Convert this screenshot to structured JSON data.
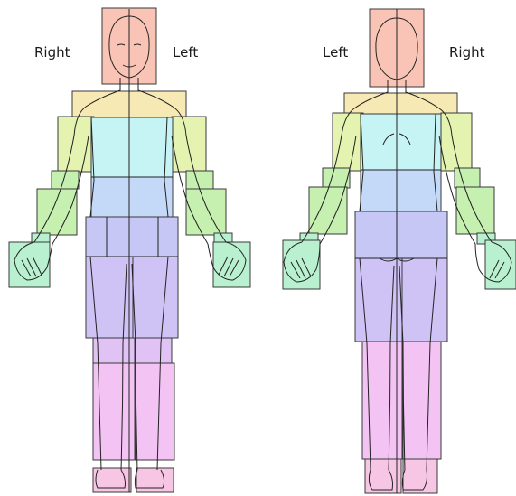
{
  "figures": {
    "front": {
      "label_left": "Right",
      "label_right": "Left"
    },
    "back": {
      "label_left": "Left",
      "label_right": "Right"
    }
  },
  "colors": {
    "head": "#f9c4b6",
    "shoulder": "#f7e9b4",
    "upper_arm": "#e4f3b0",
    "forearm": "#c6f0b0",
    "hand": "#b8f0d0",
    "chest": "#c6f3f3",
    "abdomen": "#c4d8f7",
    "pelvis": "#c7c7f5",
    "thigh": "#cfc2f5",
    "lower_thigh": "#e0c2f5",
    "shin": "#f3c3f3",
    "foot": "#f7c6e4"
  }
}
